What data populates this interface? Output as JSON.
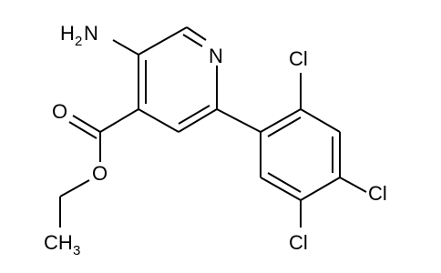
{
  "structure": {
    "labels": {
      "amine": "H",
      "amine_sub": "2",
      "amine_n": "N",
      "ring_n": "N",
      "carbonyl_o": "O",
      "ester_o": "O",
      "methyl": "CH",
      "methyl_sub": "3",
      "cl_top": "Cl",
      "cl_right": "Cl",
      "cl_bottom": "Cl"
    }
  }
}
